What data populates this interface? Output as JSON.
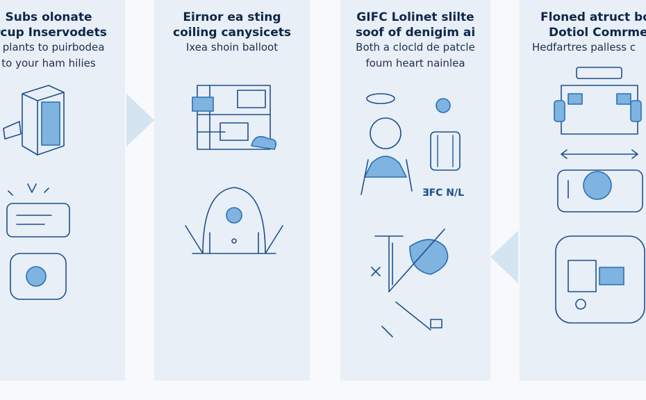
{
  "panels": [
    {
      "title1": "Subs olonate",
      "title2": "ircup Inservodets",
      "sub1": "n plants to puirbodea",
      "sub2": "to your ham hilies"
    },
    {
      "title1": "Eirnor ea sting",
      "title2": "coiling canysicets",
      "sub1": "Ixea shoin balloot",
      "sub2": ""
    },
    {
      "title1": "GIFC Lolinet slilte",
      "title2": "soof of denigim ai",
      "sub1": "Both a clocld de patcle",
      "sub2": "foum heart nainlea"
    },
    {
      "title1": "Floned atruct bodin",
      "title2": "Dotiol Comrments",
      "sub1": "Hedfartres palless c",
      "sub2": ""
    }
  ],
  "icon_label": "ƎFC N/L",
  "colors": {
    "panel": "#e8eff7",
    "accent": "#2a6fb3",
    "text": "#0f2748"
  }
}
